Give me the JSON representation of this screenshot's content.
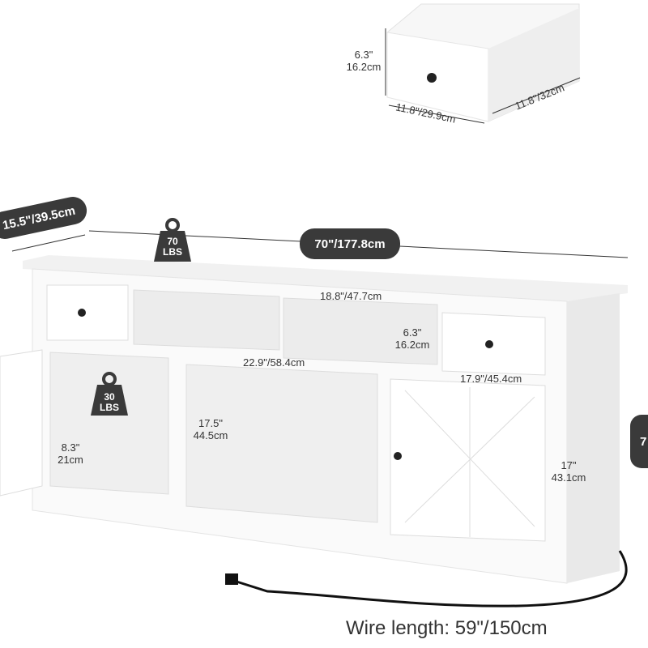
{
  "drawer_dimensions": {
    "height": "6.3\"",
    "height_cm": "16.2cm",
    "width": "11.8\"/29.9cm",
    "depth": "11.8\"/32cm"
  },
  "overall": {
    "depth": "15.5\"/39.5cm",
    "width": "70\"/177.8cm",
    "height_partial": "7"
  },
  "weights": {
    "top": {
      "value": "70",
      "unit": "LBS"
    },
    "shelf": {
      "value": "30",
      "unit": "LBS"
    }
  },
  "compartments": {
    "open_top_width": "18.8\"/47.7cm",
    "open_top_height": "6.3\"",
    "open_top_height_cm": "16.2cm",
    "center_width": "22.9\"/58.4cm",
    "center_height": "17.5\"",
    "center_height_cm": "44.5cm",
    "cabinet_width": "17.9\"/45.4cm",
    "cabinet_height": "17\"",
    "cabinet_height_cm": "43.1cm",
    "left_shelf_height": "8.3\"",
    "left_shelf_height_cm": "21cm"
  },
  "wire_length": "Wire length: 59\"/150cm",
  "colors": {
    "badge": "#3a3a3a",
    "furniture": "#f4f4f4",
    "line": "#333333"
  }
}
